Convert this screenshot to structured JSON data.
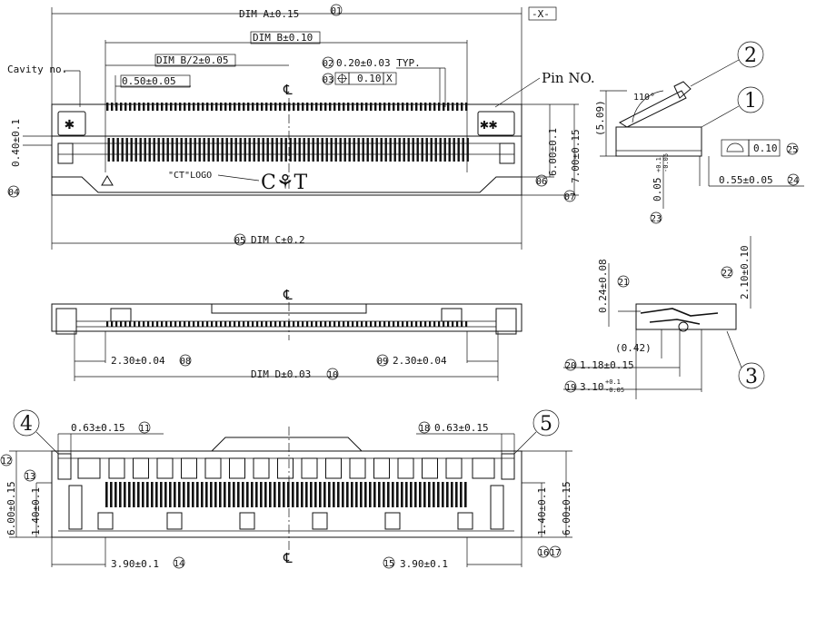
{
  "top_view": {
    "dim_a": "DIM A±0.15",
    "dim_a_ref": "01",
    "datum_x": "-X-",
    "dim_b": "DIM B±0.10",
    "dim_b_half": "DIM B/2±0.05",
    "pitch": "0.50±0.05",
    "cavity_label": "Cavity no.",
    "pin_label": "Pin NO.",
    "tol_02": "0.20±0.03 TYP.",
    "ref_02": "02",
    "ref_03": "03",
    "pos_tol": "0.10",
    "pos_datum": "X",
    "cavity_mark": "✱",
    "pin_mark": "✱✱",
    "logo_label": "\"CT\"LOGO",
    "logo": "C⚘T",
    "height_left": "0.40±0.1",
    "ref_04": "04",
    "height_6": "6.00±0.1",
    "ref_06": "06",
    "height_7": "7.00±0.15",
    "ref_07": "07",
    "dim_c": "DIM C±0.2",
    "ref_05": "05"
  },
  "side_view": {
    "angle": "110°",
    "height": "(5.09)",
    "flatness": "0.10",
    "ref_25": "25",
    "gap": "0.55±0.05",
    "ref_24": "24",
    "lead": "0.05",
    "lead_tol_top": "+0.1",
    "lead_tol_bottom": "-0.05",
    "ref_23": "23",
    "callout_1": "1",
    "callout_2": "2"
  },
  "front_view": {
    "dim_08": "2.30±0.04",
    "ref_08": "08",
    "dim_09": "2.30±0.04",
    "ref_09": "09",
    "dim_d": "DIM D±0.03",
    "ref_10": "10"
  },
  "section_view": {
    "dim_21": "0.24±0.08",
    "ref_21": "21",
    "dim_22": "2.10±0.10",
    "ref_22": "22",
    "dim_042": "(0.42)",
    "dim_20": "1.18±0.15",
    "ref_20": "20",
    "dim_19": "3.10",
    "dim_19_tol_top": "+0.1",
    "dim_19_tol_bottom": "-0.05",
    "ref_19": "19",
    "callout_3": "3"
  },
  "bottom_view": {
    "callout_4": "4",
    "callout_5": "5",
    "dim_11": "0.63±0.15",
    "ref_11": "11",
    "dim_18": "0.63±0.15",
    "ref_18": "18",
    "ref_12": "12",
    "ref_13": "13",
    "left_6": "6.00±0.15",
    "left_14": "1.40±0.1",
    "right_14": "1.40±0.1",
    "right_6": "6.00±0.15",
    "dim_14": "3.90±0.1",
    "ref_14": "14",
    "dim_15": "3.90±0.1",
    "ref_15": "15",
    "ref_16": "16",
    "ref_17": "17"
  },
  "centerline": "℄"
}
